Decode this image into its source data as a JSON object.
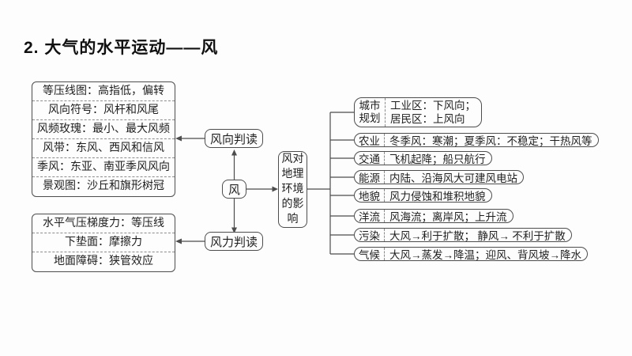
{
  "title": "2. 大气的水平运动——风",
  "colors": {
    "background": "#fdfdfd",
    "line": "#4d4d4d",
    "border": "#4d4d4d",
    "dashed_separator": "#8c8c8c",
    "text": "#1e1e1e"
  },
  "center": {
    "wind": "风",
    "wind_direction": "风向判读",
    "wind_force": "风力判读",
    "impact": "风对地理环境的影响"
  },
  "wind_direction_items": [
    "等压线图：高指低，偏转",
    "风向符号：风杆和风尾",
    "风频玫瑰：最小、最大风频",
    "风带：东风、西风和信风",
    "季风：东亚、南亚季风风向",
    "景观图：沙丘和旗形树冠"
  ],
  "wind_force_items": [
    "水平气压梯度力：等压线",
    "下垫面：摩擦力",
    "地面障碍：狭管效应"
  ],
  "impact_rows": [
    {
      "category": "城市规划",
      "lines": [
        "工业区：下风向；",
        "居民区：上风向"
      ]
    },
    {
      "category": "农业",
      "text": "冬季风：寒潮；夏季风：不稳定；干热风等"
    },
    {
      "category": "交通",
      "text": "飞机起降；船只航行"
    },
    {
      "category": "能源",
      "text": "内陆、沿海风大可建风电站"
    },
    {
      "category": "地貌",
      "text": "风力侵蚀和堆积地貌"
    },
    {
      "category": "洋流",
      "text": "风海流；离岸风；上升流"
    },
    {
      "category": "污染",
      "text": "大风→利于扩散； 静风→ 不利于扩散"
    },
    {
      "category": "气候",
      "text": "大风→蒸发→降温；迎风、背风坡→降水"
    }
  ]
}
